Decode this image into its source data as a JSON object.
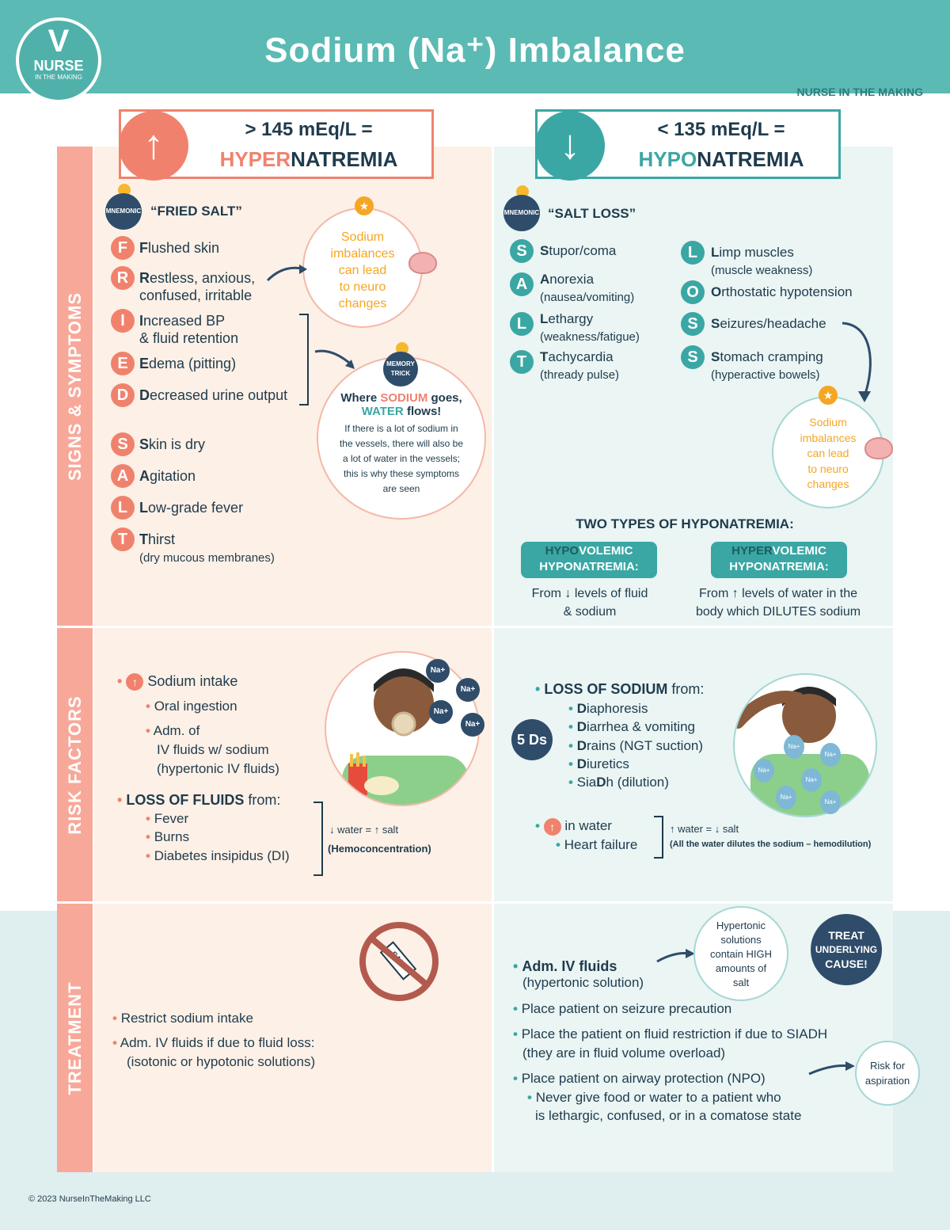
{
  "header": {
    "title": "Sodium (Na⁺) Imbalance",
    "brand": "NURSE IN THE MAKING",
    "logo_word": "NURSE",
    "logo_tag": "IN THE MAKING"
  },
  "sections": [
    "SIGNS & SYMPTOMS",
    "RISK FACTORS",
    "TREATMENT"
  ],
  "hyper": {
    "value": "> 145 mEq/L =",
    "prefix": "HYPER",
    "suffix": "NATREMIA",
    "mnemonic_label": "MNEMONIC",
    "mnemonic": "“FRIED SALT”",
    "fried": [
      {
        "l": "F",
        "rest": "lushed skin",
        "sub": ""
      },
      {
        "l": "R",
        "rest": "estless, anxious,",
        "sub": "confused, irritable"
      },
      {
        "l": "I",
        "rest": "ncreased BP",
        "sub": "& fluid retention"
      },
      {
        "l": "E",
        "rest": "dema (pitting)",
        "sub": ""
      },
      {
        "l": "D",
        "rest": "ecreased urine output",
        "sub": ""
      }
    ],
    "salt": [
      {
        "l": "S",
        "rest": "kin is dry",
        "sub": ""
      },
      {
        "l": "A",
        "rest": "gitation",
        "sub": ""
      },
      {
        "l": "L",
        "rest": "ow-grade fever",
        "sub": ""
      },
      {
        "l": "T",
        "rest": "hirst",
        "sub": "(dry mucous membranes)"
      }
    ],
    "neuro_bubble": [
      "Sodium",
      "imbalances",
      "can lead",
      "to neuro",
      "changes"
    ],
    "memory_label": "MEMORY TRICK",
    "trick_head_1": "Where ",
    "trick_sodium": "SODIUM",
    "trick_head_2": " goes,",
    "trick_water": "WATER",
    "trick_head_3": " flows!",
    "trick_body": [
      "If there is a lot of sodium in",
      "the vessels, there will also be",
      "a lot of water in the vessels;",
      "this is why these symptoms",
      "are seen"
    ],
    "risk": {
      "intake": "Sodium intake",
      "oral": "Oral ingestion",
      "adm1": "Adm. of",
      "adm2": "IV fluids w/ sodium",
      "adm3": "(hypertonic IV fluids)",
      "loss_bold": "LOSS OF FLUIDS",
      "loss_rest": " from:",
      "fever": "Fever",
      "burns": "Burns",
      "di": "Diabetes insipidus (DI)",
      "note1": "↓ water = ↑ salt",
      "note2": "(Hemoconcentration)",
      "na": "Na+"
    },
    "treatment": {
      "t1": "Restrict sodium intake",
      "t2": "Adm. IV fluids if due to fluid loss:",
      "t3": "(isotonic or hypotonic solutions)",
      "salt_label": "SALT"
    }
  },
  "hypo": {
    "value": "< 135 mEq/L =",
    "prefix": "HYPO",
    "suffix": "NATREMIA",
    "mnemonic_label": "MNEMONIC",
    "mnemonic": "“SALT LOSS”",
    "salt": [
      {
        "l": "S",
        "rest": "tupor/coma",
        "sub": ""
      },
      {
        "l": "A",
        "rest": "norexia",
        "sub": "(nausea/vomiting)"
      },
      {
        "l": "L",
        "rest": "ethargy",
        "sub": "(weakness/fatigue)"
      },
      {
        "l": "T",
        "rest": "achycardia",
        "sub": "(thready pulse)"
      }
    ],
    "loss": [
      {
        "l": "L",
        "rest": "imp muscles",
        "sub": "(muscle weakness)"
      },
      {
        "l": "O",
        "rest": "rthostatic hypotension",
        "sub": ""
      },
      {
        "l": "S",
        "rest": "eizures/headache",
        "sub": ""
      },
      {
        "l": "S",
        "rest": "tomach cramping",
        "sub": "(hyperactive bowels)"
      }
    ],
    "neuro_bubble": [
      "Sodium",
      "imbalances",
      "can lead",
      "to neuro",
      "changes"
    ],
    "two_types": "TWO TYPES OF HYPONATREMIA:",
    "types": [
      {
        "hl": "HYPO",
        "rest": "VOLEMIC",
        "l2": "HYPONATREMIA:",
        "d1": "From ↓ levels of fluid",
        "d2": "& sodium"
      },
      {
        "hl": "HYPER",
        "rest": "VOLEMIC",
        "l2": "HYPONATREMIA:",
        "d1": "From ↑ levels of water in the",
        "d2": "body which DILUTES sodium"
      }
    ],
    "risk": {
      "loss_bold": "LOSS OF SODIUM",
      "loss_rest": " from:",
      "fiveds": "5 Ds",
      "ds": [
        {
          "b": "D",
          "r": "iaphoresis"
        },
        {
          "b": "D",
          "r": "iarrhea & vomiting"
        },
        {
          "b": "D",
          "r": "rains (NGT suction)"
        },
        {
          "b": "D",
          "r": "iuretics"
        },
        {
          "pre": "Sia",
          "b": "D",
          "r": "h (dilution)"
        }
      ],
      "water": "in water",
      "hf": "Heart failure",
      "note1": "↑ water = ↓ salt",
      "note2": "(All the water dilutes the sodium – hemodilution)",
      "na": "Na+"
    },
    "treatment": {
      "adm": "Adm. IV fluids",
      "adm_sub": "(hypertonic solution)",
      "hyper_bubble": [
        "Hypertonic",
        "solutions",
        "contain HIGH",
        "amounts of",
        "salt"
      ],
      "badge": [
        "TREAT",
        "UNDERLYING",
        "CAUSE!"
      ],
      "seizure": "Place patient on seizure precaution",
      "fluid1": "Place the patient on fluid restriction if due to SIADH",
      "fluid2": "(they are in fluid volume overload)",
      "airway": "Place patient on airway protection (NPO)",
      "never1": "Never give food or water to a patient who",
      "never2": "is lethargic, confused, or in a comatose state",
      "risk_bubble": [
        "Risk for",
        "aspiration"
      ]
    }
  },
  "footer": "© 2023 NurseInTheMaking LLC",
  "colors": {
    "teal": "#5bbab4",
    "coral": "#f0826d",
    "navy": "#1f3b4d",
    "orange": "#f5a623"
  }
}
